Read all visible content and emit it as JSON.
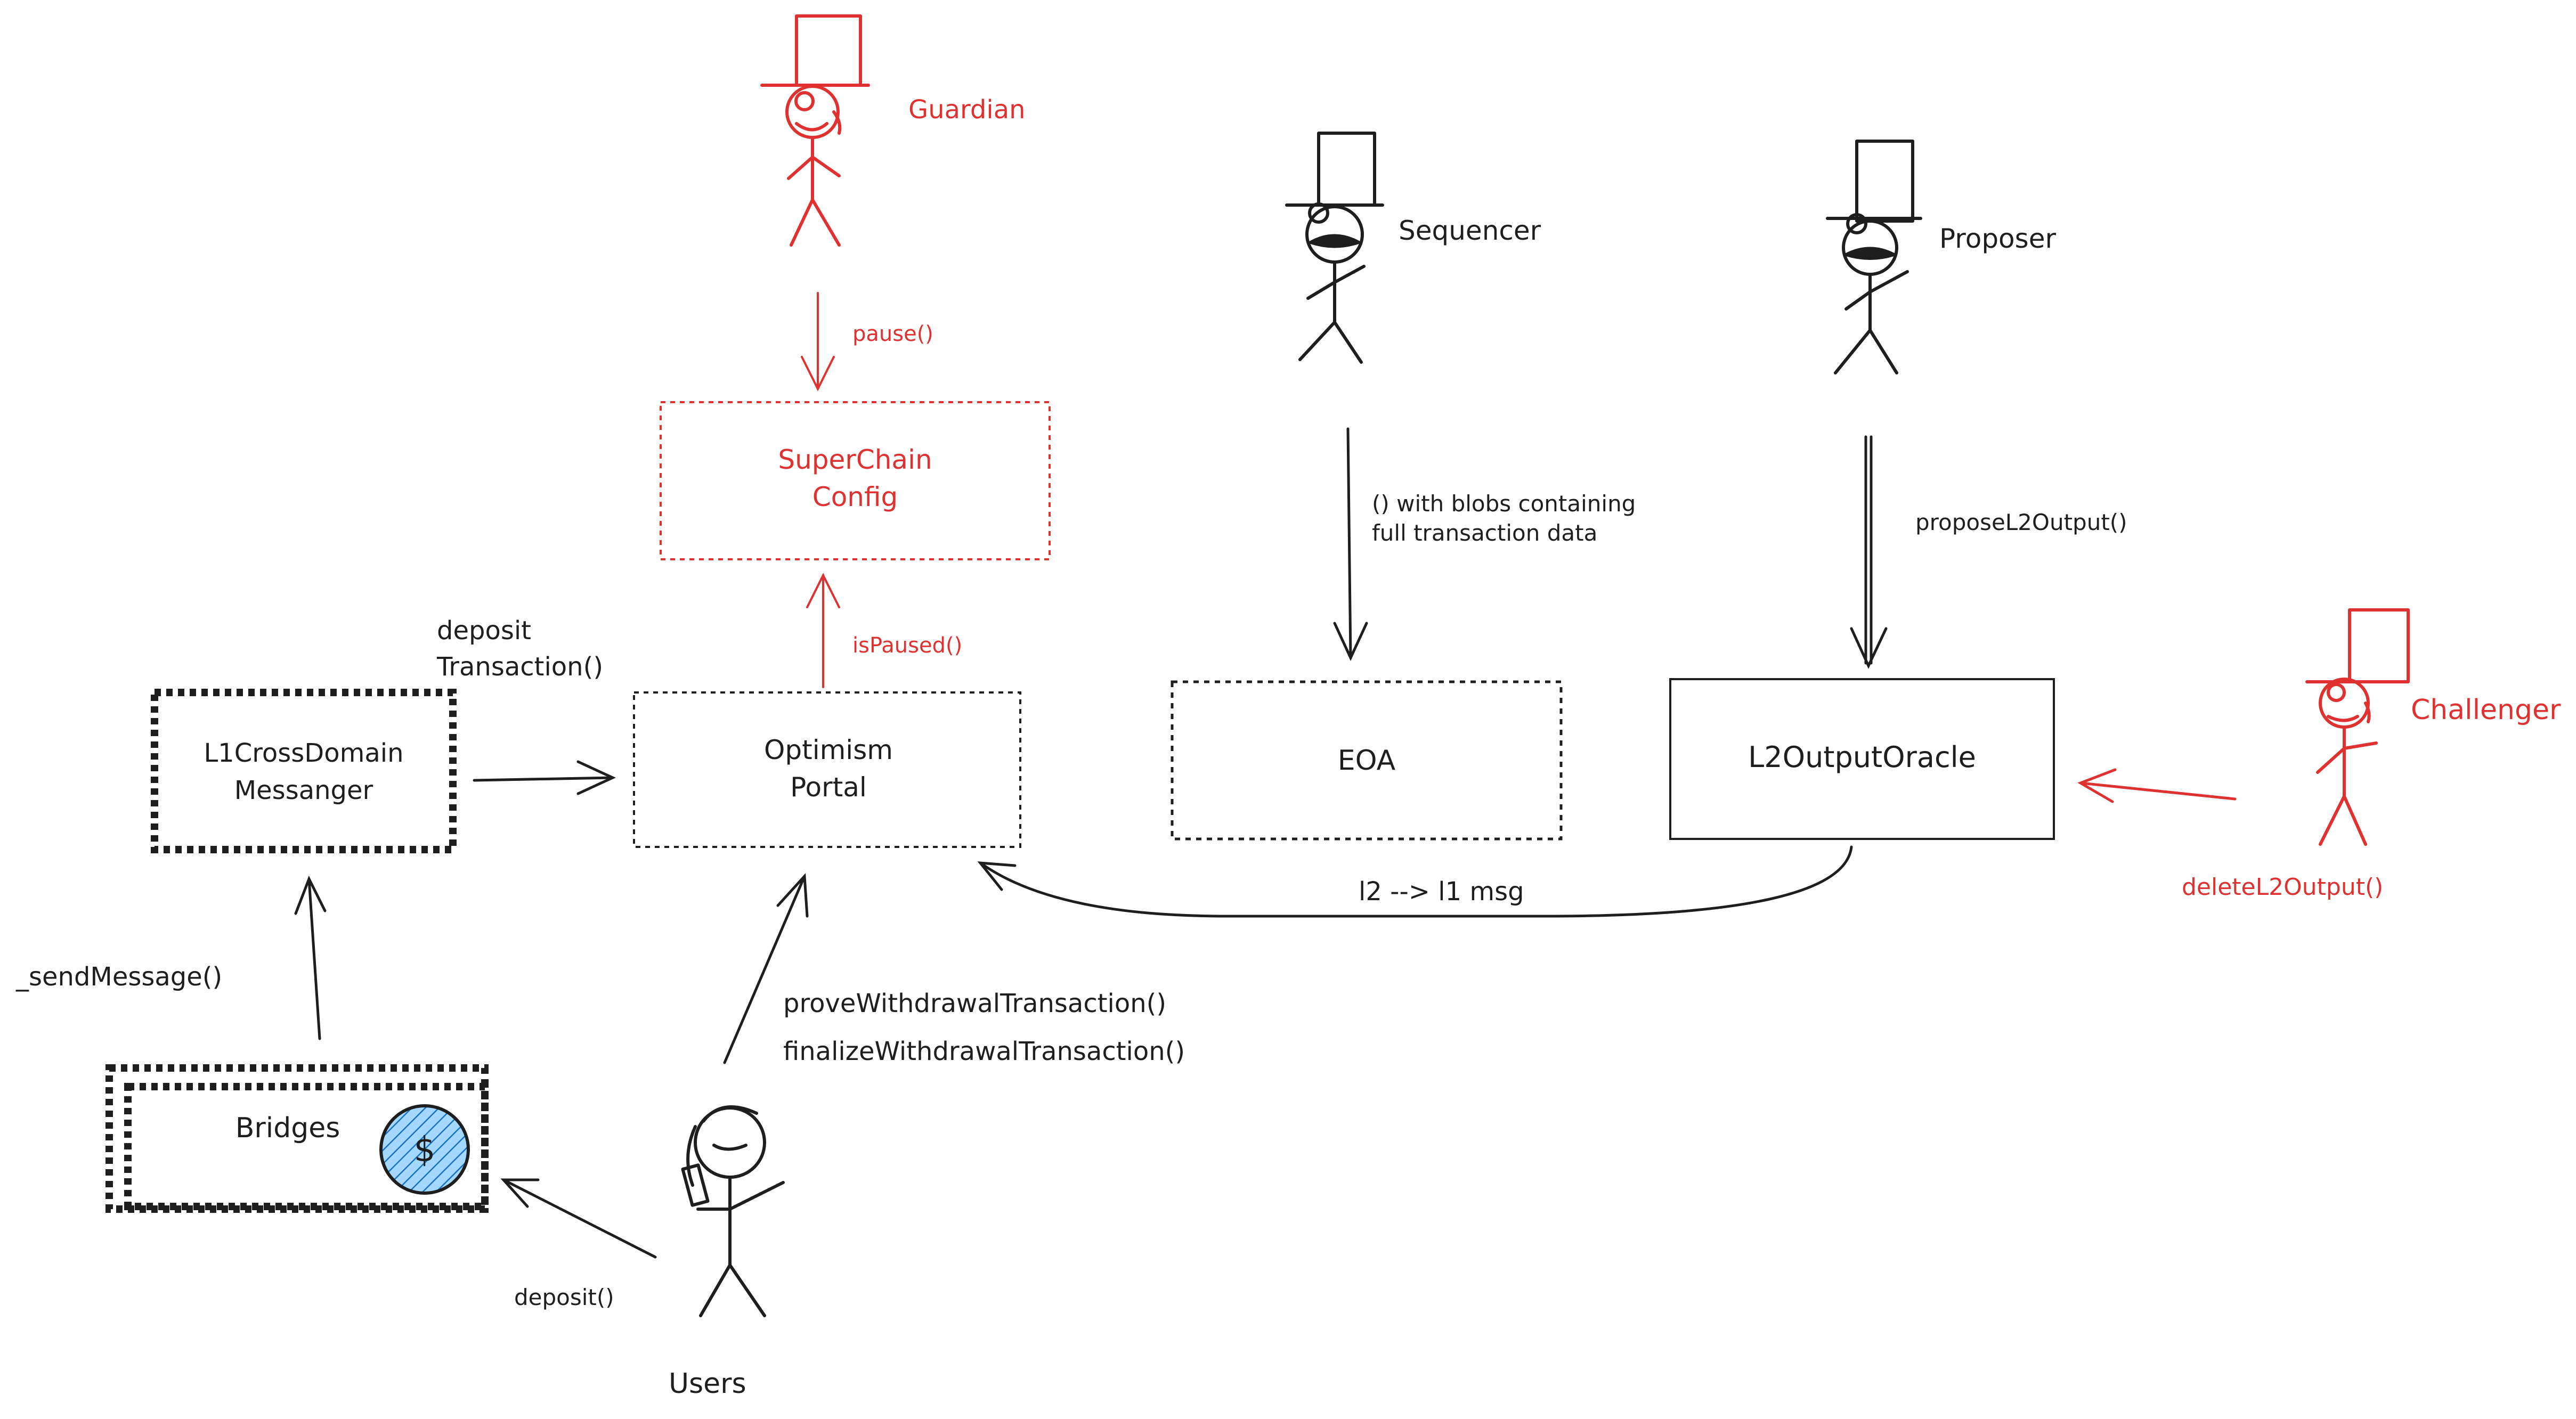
{
  "colors": {
    "ink": "#1e1e1e",
    "red": "#e03131",
    "blue": "#1971c2",
    "blue_fill": "#a5d8ff"
  },
  "actors": {
    "guardian": "Guardian",
    "sequencer": "Sequencer",
    "proposer": "Proposer",
    "challenger": "Challenger",
    "users": "Users"
  },
  "boxes": {
    "superchain_line1": "SuperChain",
    "superchain_line2": "Config",
    "optimism_line1": "Optimism",
    "optimism_line2": "Portal",
    "messenger_line1": "L1CrossDomain",
    "messenger_line2": "Messanger",
    "eoa": "EOA",
    "oracle": "L2OutputOracle",
    "bridges": "Bridges",
    "coin_symbol": "$"
  },
  "labels": {
    "pause": "pause()",
    "is_paused": "isPaused()",
    "deposit_tx_line1": "deposit",
    "deposit_tx_line2": "Transaction()",
    "blobs_line1": "() with blobs containing",
    "blobs_line2": "full transaction data",
    "propose": "proposeL2Output()",
    "l2_l1": "l2 --> l1 msg",
    "delete": "deleteL2Output()",
    "send_message": "_sendMessage()",
    "prove": "proveWithdrawalTransaction()",
    "finalize": "finalizeWithdrawalTransaction()",
    "deposit": "deposit()"
  },
  "icons": [
    "top-hat-stick-figure",
    "phone-stick-figure",
    "dollar-coin",
    "arrow"
  ]
}
